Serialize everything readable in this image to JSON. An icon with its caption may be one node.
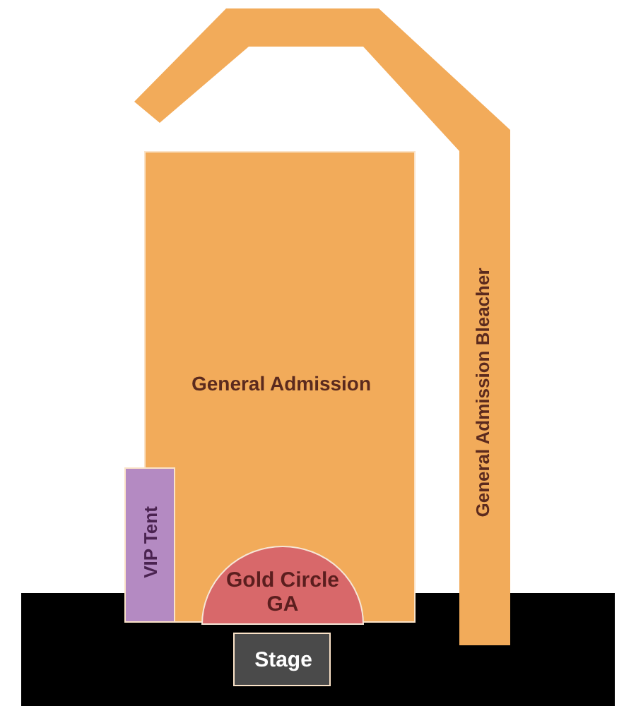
{
  "diagram": {
    "nodes": [
      {
        "text": [
          "General Admission"
        ]
      },
      {
        "text": [
          "General Admission Bleacher"
        ]
      },
      {
        "text": [
          "VIP Tent"
        ]
      },
      {
        "text": [
          "Gold Circle GA"
        ],
        "in": 0
      },
      {
        "text": [
          "Stage"
        ]
      }
    ]
  }
}
